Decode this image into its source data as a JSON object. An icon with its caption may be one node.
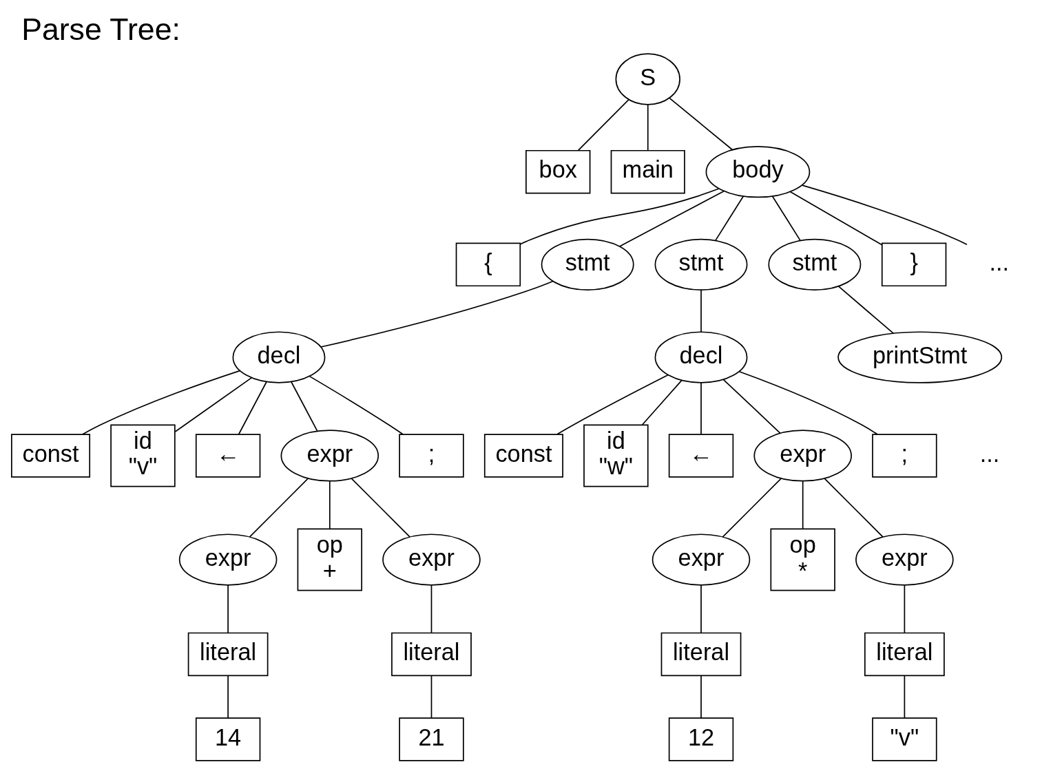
{
  "diagram": {
    "title": "Parse Tree:",
    "nodes": [
      {
        "text": [
          "S"
        ]
      },
      {
        "text": [
          "box"
        ]
      },
      {
        "text": [
          "main"
        ]
      },
      {
        "text": [
          "body"
        ]
      },
      {
        "text": [
          "{"
        ]
      },
      {
        "text": [
          "stmt"
        ]
      },
      {
        "text": [
          "stmt"
        ]
      },
      {
        "text": [
          "stmt"
        ]
      },
      {
        "text": [
          "}"
        ]
      },
      {
        "text": [
          "..."
        ]
      },
      {
        "text": [
          "decl"
        ]
      },
      {
        "text": [
          "decl"
        ]
      },
      {
        "text": [
          "printStmt"
        ]
      },
      {
        "text": [
          "const"
        ]
      },
      {
        "text": [
          "id",
          "\"v\""
        ]
      },
      {
        "text": [
          "←"
        ]
      },
      {
        "text": [
          "expr"
        ]
      },
      {
        "text": [
          ";"
        ]
      },
      {
        "text": [
          "const"
        ]
      },
      {
        "text": [
          "id",
          "\"w\""
        ]
      },
      {
        "text": [
          "←"
        ]
      },
      {
        "text": [
          "expr"
        ]
      },
      {
        "text": [
          ";"
        ]
      },
      {
        "text": [
          "expr"
        ]
      },
      {
        "text": [
          "op",
          "+"
        ]
      },
      {
        "text": [
          "expr"
        ]
      },
      {
        "text": [
          "expr"
        ]
      },
      {
        "text": [
          "op",
          "*"
        ]
      },
      {
        "text": [
          "expr"
        ]
      },
      {
        "text": [
          "literal"
        ]
      },
      {
        "text": [
          "literal"
        ]
      },
      {
        "text": [
          "literal"
        ]
      },
      {
        "text": [
          "literal"
        ]
      },
      {
        "text": [
          "14"
        ]
      },
      {
        "text": [
          "21"
        ]
      },
      {
        "text": [
          "12"
        ]
      },
      {
        "text": [
          "\"v\""
        ]
      }
    ],
    "edges": [
      {
        "from": 0,
        "to": 1,
        "arrow": "none"
      },
      {
        "from": 0,
        "to": 2,
        "arrow": "none"
      },
      {
        "from": 0,
        "to": 3,
        "arrow": "none"
      },
      {
        "from": 3,
        "to": 4,
        "arrow": "none"
      },
      {
        "from": 3,
        "to": 5,
        "arrow": "none"
      },
      {
        "from": 3,
        "to": 6,
        "arrow": "none"
      },
      {
        "from": 3,
        "to": 7,
        "arrow": "none"
      },
      {
        "from": 3,
        "to": 8,
        "arrow": "none"
      },
      {
        "from": 3,
        "to": 9,
        "arrow": "none"
      },
      {
        "from": 5,
        "to": 10,
        "arrow": "none"
      },
      {
        "from": 6,
        "to": 11,
        "arrow": "none"
      },
      {
        "from": 7,
        "to": 12,
        "arrow": "none"
      },
      {
        "from": 10,
        "to": 13,
        "arrow": "none"
      },
      {
        "from": 10,
        "to": 14,
        "arrow": "none"
      },
      {
        "from": 10,
        "to": 15,
        "arrow": "none"
      },
      {
        "from": 10,
        "to": 16,
        "arrow": "none"
      },
      {
        "from": 10,
        "to": 17,
        "arrow": "none"
      },
      {
        "from": 11,
        "to": 18,
        "arrow": "none"
      },
      {
        "from": 11,
        "to": 19,
        "arrow": "none"
      },
      {
        "from": 11,
        "to": 20,
        "arrow": "none"
      },
      {
        "from": 11,
        "to": 21,
        "arrow": "none"
      },
      {
        "from": 11,
        "to": 22,
        "arrow": "none"
      },
      {
        "from": 16,
        "to": 23,
        "arrow": "none"
      },
      {
        "from": 16,
        "to": 24,
        "arrow": "none"
      },
      {
        "from": 16,
        "to": 25,
        "arrow": "none"
      },
      {
        "from": 21,
        "to": 26,
        "arrow": "none"
      },
      {
        "from": 21,
        "to": 27,
        "arrow": "none"
      },
      {
        "from": 21,
        "to": 28,
        "arrow": "none"
      },
      {
        "from": 23,
        "to": 29,
        "arrow": "none"
      },
      {
        "from": 25,
        "to": 30,
        "arrow": "none"
      },
      {
        "from": 26,
        "to": 31,
        "arrow": "none"
      },
      {
        "from": 28,
        "to": 32,
        "arrow": "none"
      },
      {
        "from": 29,
        "to": 33,
        "arrow": "none"
      },
      {
        "from": 30,
        "to": 34,
        "arrow": "none"
      },
      {
        "from": 31,
        "to": 35,
        "arrow": "none"
      },
      {
        "from": 32,
        "to": 36,
        "arrow": "none"
      }
    ],
    "labels": [
      "..."
    ]
  }
}
